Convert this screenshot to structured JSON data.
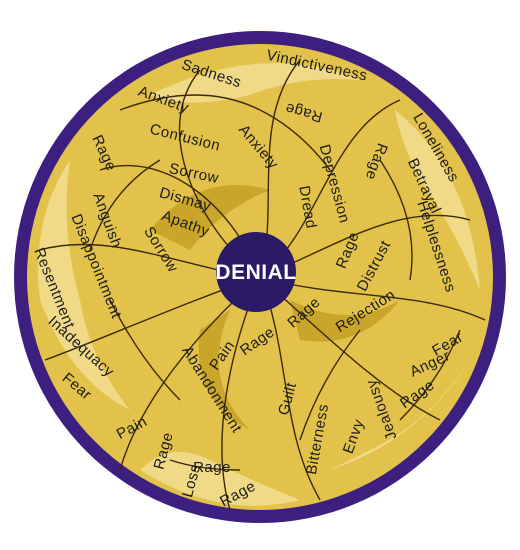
{
  "center": {
    "label": "DENIAL"
  },
  "colors": {
    "ring": "#3c1f7e",
    "fill": "#e2c24a",
    "fill_light": "#f0da88",
    "fill_dark": "#c9a52a",
    "center": "#2b1a66",
    "line": "#3a2a05"
  },
  "words": [
    "Vindictiveness",
    "Sadness",
    "Loneliness",
    "Anxiety",
    "Rage",
    "Betrayal",
    "Rage",
    "Confusion",
    "Anxiety",
    "Rage",
    "Depression",
    "Helplessness",
    "Sorrow",
    "Dread",
    "Dismay",
    "Anguish",
    "Apathy",
    "Sorrow",
    "Rage",
    "Distrust",
    "Disappointment",
    "Resentment",
    "Rage",
    "Rejection",
    "Rage",
    "Fear",
    "Abandonment",
    "Pain",
    "Anger",
    "Inadequacy",
    "Rage",
    "Fear",
    "Guilt",
    "Jealousy",
    "Rage",
    "Pain",
    "Bitterness",
    "Envy",
    "Rage",
    "Loss",
    "Rage"
  ]
}
